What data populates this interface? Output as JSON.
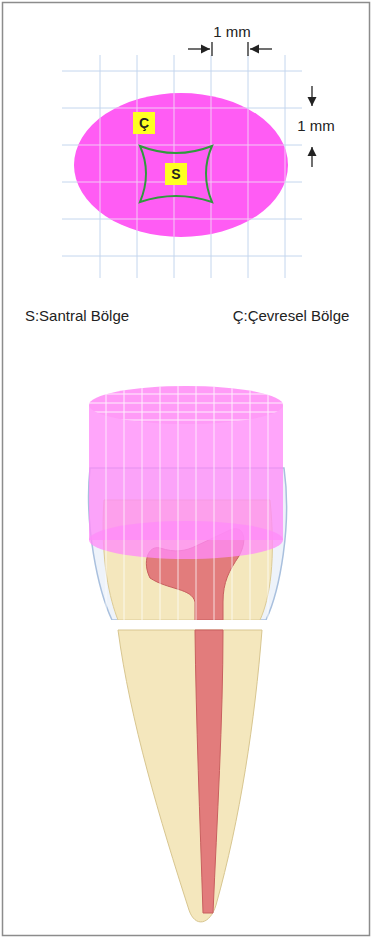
{
  "diagram": {
    "nodes": [
      {
        "text": [
          "Ç"
        ]
      },
      {
        "text": [
          "S"
        ]
      }
    ],
    "labels": [
      "1 mm",
      "1 mm",
      "S:Santral Bölge",
      "Ç:Çevresel Bölge"
    ]
  }
}
